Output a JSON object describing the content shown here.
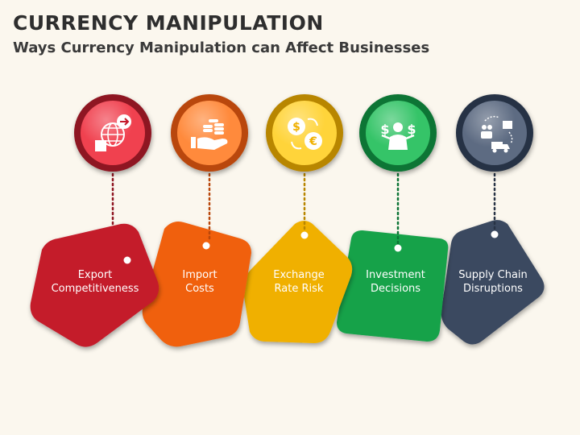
{
  "title": "CURRENCY MANIPULATION",
  "subtitle": "Ways Currency Manipulation can Affect Businesses",
  "items": [
    {
      "line1": "Export",
      "line2": "Competitiveness",
      "icon": "globe-export-icon",
      "color": "#c41a2b",
      "dark": "#8e1420",
      "light": "#f0414f"
    },
    {
      "line1": "Import",
      "line2": "Costs",
      "icon": "hand-coins-icon",
      "color": "#f06010",
      "dark": "#b9470b",
      "light": "#ff8a3c"
    },
    {
      "line1": "Exchange",
      "line2": "Rate Risk",
      "icon": "currency-exchange-icon",
      "color": "#f0b000",
      "dark": "#b88600",
      "light": "#ffd43a"
    },
    {
      "line1": "Investment",
      "line2": "Decisions",
      "icon": "investor-dollar-icon",
      "color": "#12a24a",
      "dark": "#0c7435",
      "light": "#35c468"
    },
    {
      "line1": "Supply Chain",
      "line2": "Disruptions",
      "icon": "supply-chain-icon",
      "color": "#3b4960",
      "dark": "#283345",
      "light": "#5d6b82"
    }
  ]
}
